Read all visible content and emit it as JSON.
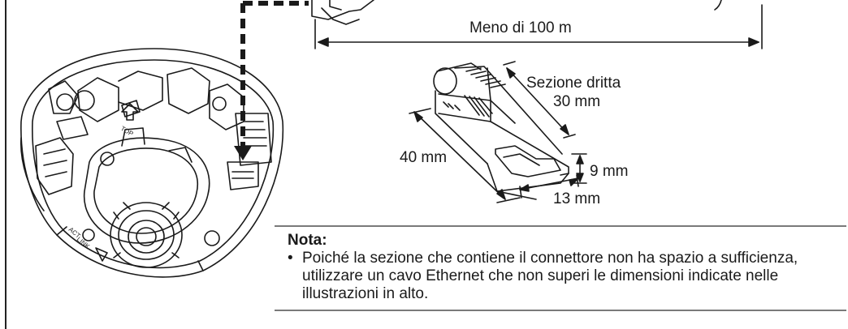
{
  "labels": {
    "length": "Meno di 100 m",
    "straight_section": "Sezione dritta",
    "straight_section_length": "30 mm",
    "connector_length": "40 mm",
    "height": "9 mm",
    "width": "13 mm"
  },
  "camera_markings": {
    "top": "TOP",
    "act": "ACT",
    "link": "LINK"
  },
  "note": {
    "title": "Nota:",
    "bullet": "•",
    "text": "Poiché la sezione che contiene il connettore non ha spazio a sufficienza, utilizzare un cavo Ethernet che non superi le dimensioni indicate nelle illustrazioni in alto."
  }
}
